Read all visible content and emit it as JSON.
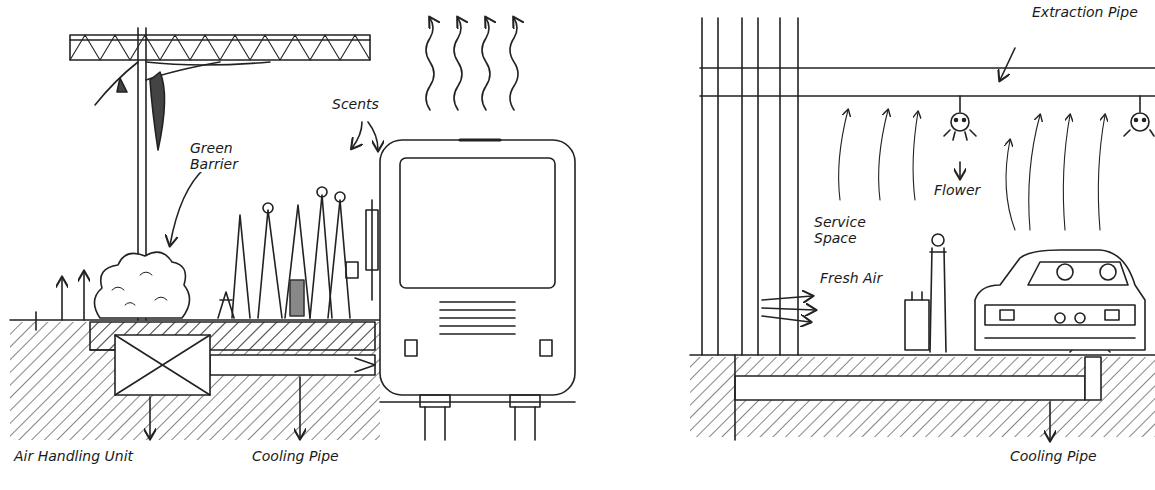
{
  "diagram": {
    "labels": [
      "Scents",
      "Green Barrier",
      "Air Handling Unit",
      "Cooling Pipe",
      "Extraction Pipe",
      "Service Space",
      "Fresh Air",
      "Flower",
      "Cooling Pipe"
    ]
  }
}
